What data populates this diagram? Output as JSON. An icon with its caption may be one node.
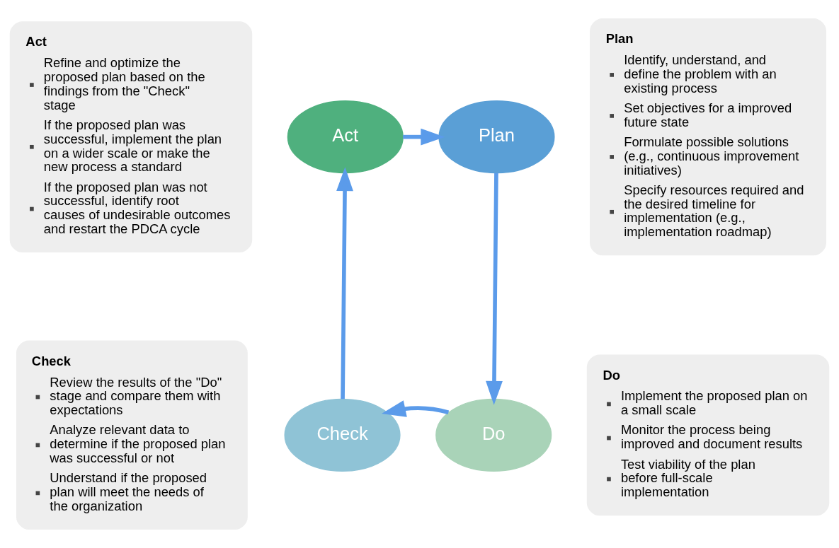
{
  "diagram": {
    "nodes": [
      {
        "text": [
          "Act",
          "Refine and optimize the proposed plan based on the findings from the \"Check\" stage",
          "If the proposed plan was successful, implement the plan on a wider scale or make the new process a standard",
          "If the proposed plan was not successful, identify root causes of undesirable outcomes and restart the PDCA cycle"
        ]
      },
      {
        "text": [
          "Plan",
          "Identify, understand, and define the problem with an existing process",
          "Set objectives for a improved future state",
          "Formulate possible solutions (e.g., continuous improvement initiatives)",
          "Specify resources required and the desired timeline for implementation (e.g., implementation roadmap)"
        ]
      },
      {
        "text": [
          "Act"
        ]
      },
      {
        "text": [
          "Plan"
        ]
      },
      {
        "text": [
          "Check"
        ]
      },
      {
        "text": [
          "Do"
        ]
      },
      {
        "text": [
          "Check",
          "Review the results of the \"Do\" stage and compare them with expectations",
          "Analyze relevant data to determine if the proposed plan was successful or not",
          "Understand if the proposed plan will meet the needs of the organization"
        ]
      },
      {
        "text": [
          "Do",
          "Implement the proposed plan on a small scale",
          "Monitor the process being improved and document results",
          "Test viability of the plan before full-scale implementation"
        ]
      }
    ],
    "edges": [
      {
        "from": 2,
        "to": 3,
        "arrow": "to"
      },
      {
        "from": 3,
        "to": 5,
        "arrow": "to"
      },
      {
        "from": 5,
        "to": 4,
        "arrow": "to"
      },
      {
        "from": 4,
        "to": 2,
        "arrow": "to"
      }
    ]
  }
}
